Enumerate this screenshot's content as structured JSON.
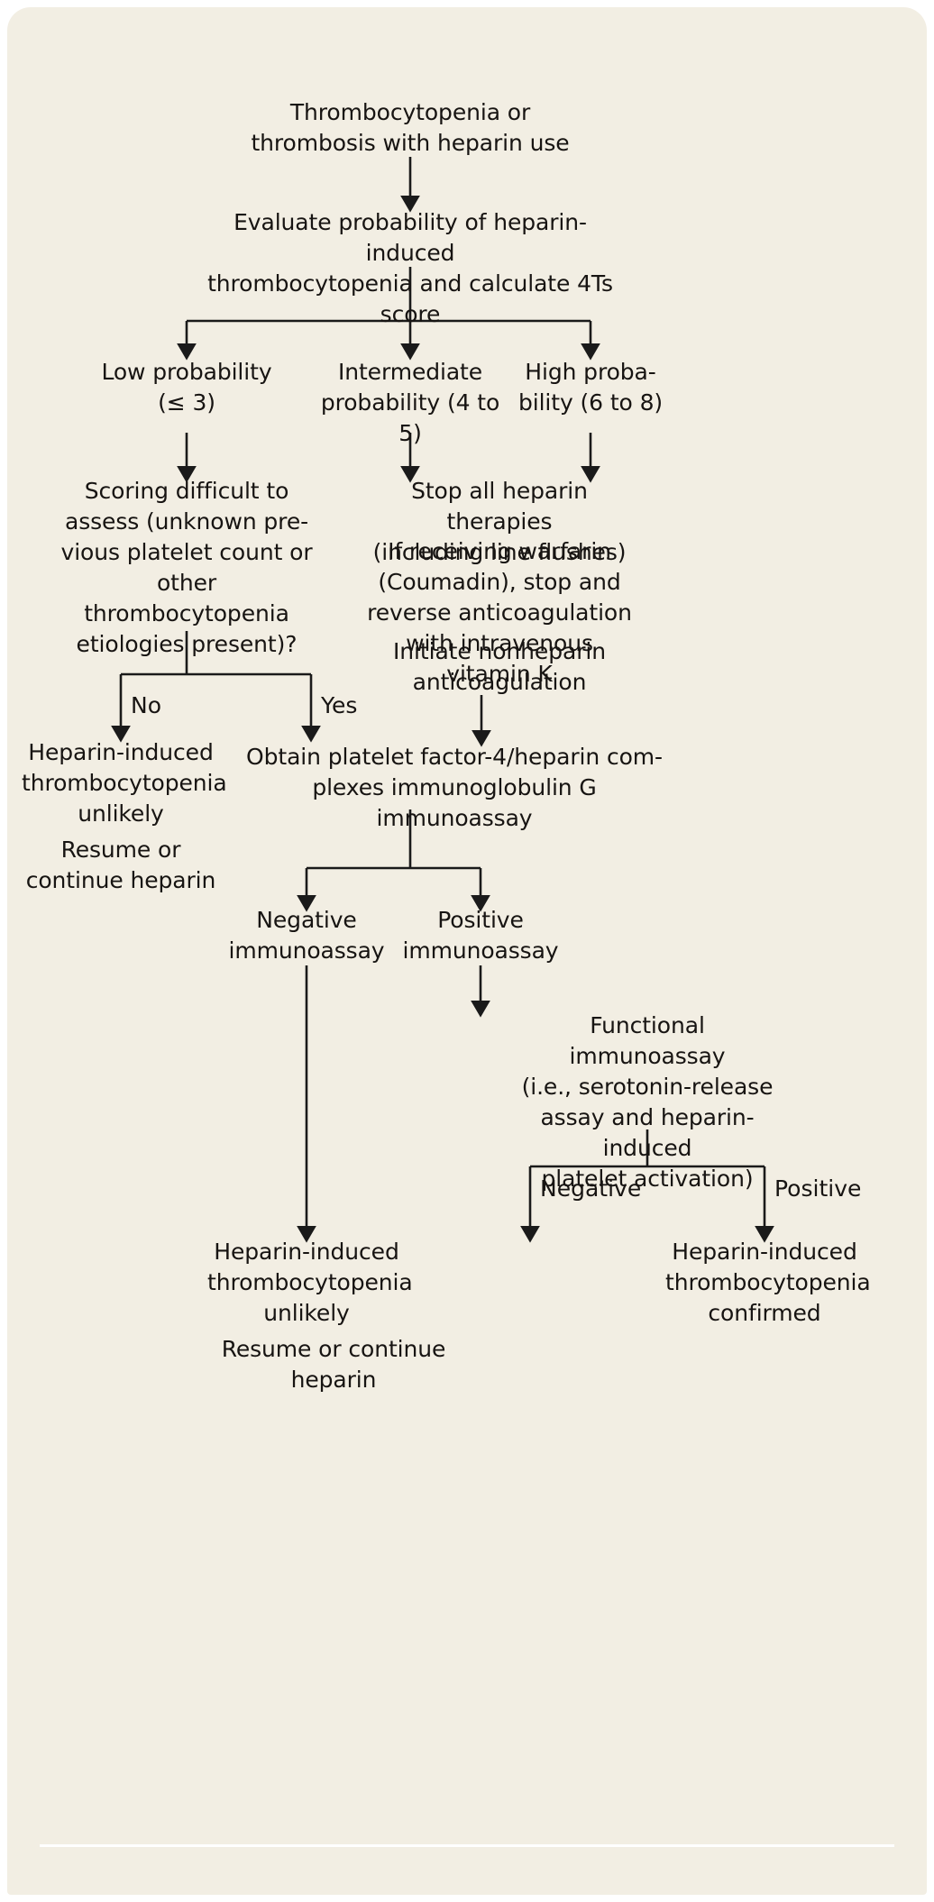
{
  "figure": {
    "type": "clinical-algorithm-flowchart",
    "background_color": "#f2eee3",
    "text_color": "#171412",
    "line_color": "#1a1a1a"
  },
  "nodes": {
    "start": "Thrombocytopenia or\nthrombosis with heparin use",
    "evaluate": "Evaluate probability of heparin-induced\nthrombocytopenia and calculate 4Ts score",
    "low_probability": "Low probability\n(≤ 3)",
    "intermediate_probability": "Intermediate\nprobability (4 to 5)",
    "high_probability": "High proba-\nbility (6 to 8)",
    "scoring_difficult": "Scoring difficult to\nassess (unknown pre-\nvious platelet count or\nother thrombocytopenia\netiologies present)?",
    "stop_heparin": "Stop all heparin therapies\n(including line flushes)",
    "warfarin": "If receiving warfarin\n(Coumadin), stop and\nreverse anticoagulation\nwith intravenous vitamin K",
    "initiate_nonheparin": "Initiate nonheparin\nanticoagulation",
    "hit_unlikely_left": "Heparin-induced\nthrombocytopenia\nunlikely",
    "resume_left": "Resume or\ncontinue heparin",
    "obtain_pf4": "Obtain platelet factor-4/heparin com-\nplexes immunoglobulin G immunoassay",
    "negative_immunoassay": "Negative\nimmunoassay",
    "positive_immunoassay": "Positive\nimmunoassay",
    "functional_immunoassay": "Functional immunoassay\n(i.e., serotonin-release\nassay and heparin-induced\nplatelet activation)",
    "hit_unlikely_bottom": "Heparin-induced\nthrombocytopenia\nunlikely",
    "resume_bottom": "Resume or continue\nheparin",
    "hit_confirmed": "Heparin-induced\nthrombocytopenia\nconfirmed"
  },
  "edge_labels": {
    "no": "No",
    "yes": "Yes",
    "functional_negative": "Negative",
    "functional_positive": "Positive"
  }
}
